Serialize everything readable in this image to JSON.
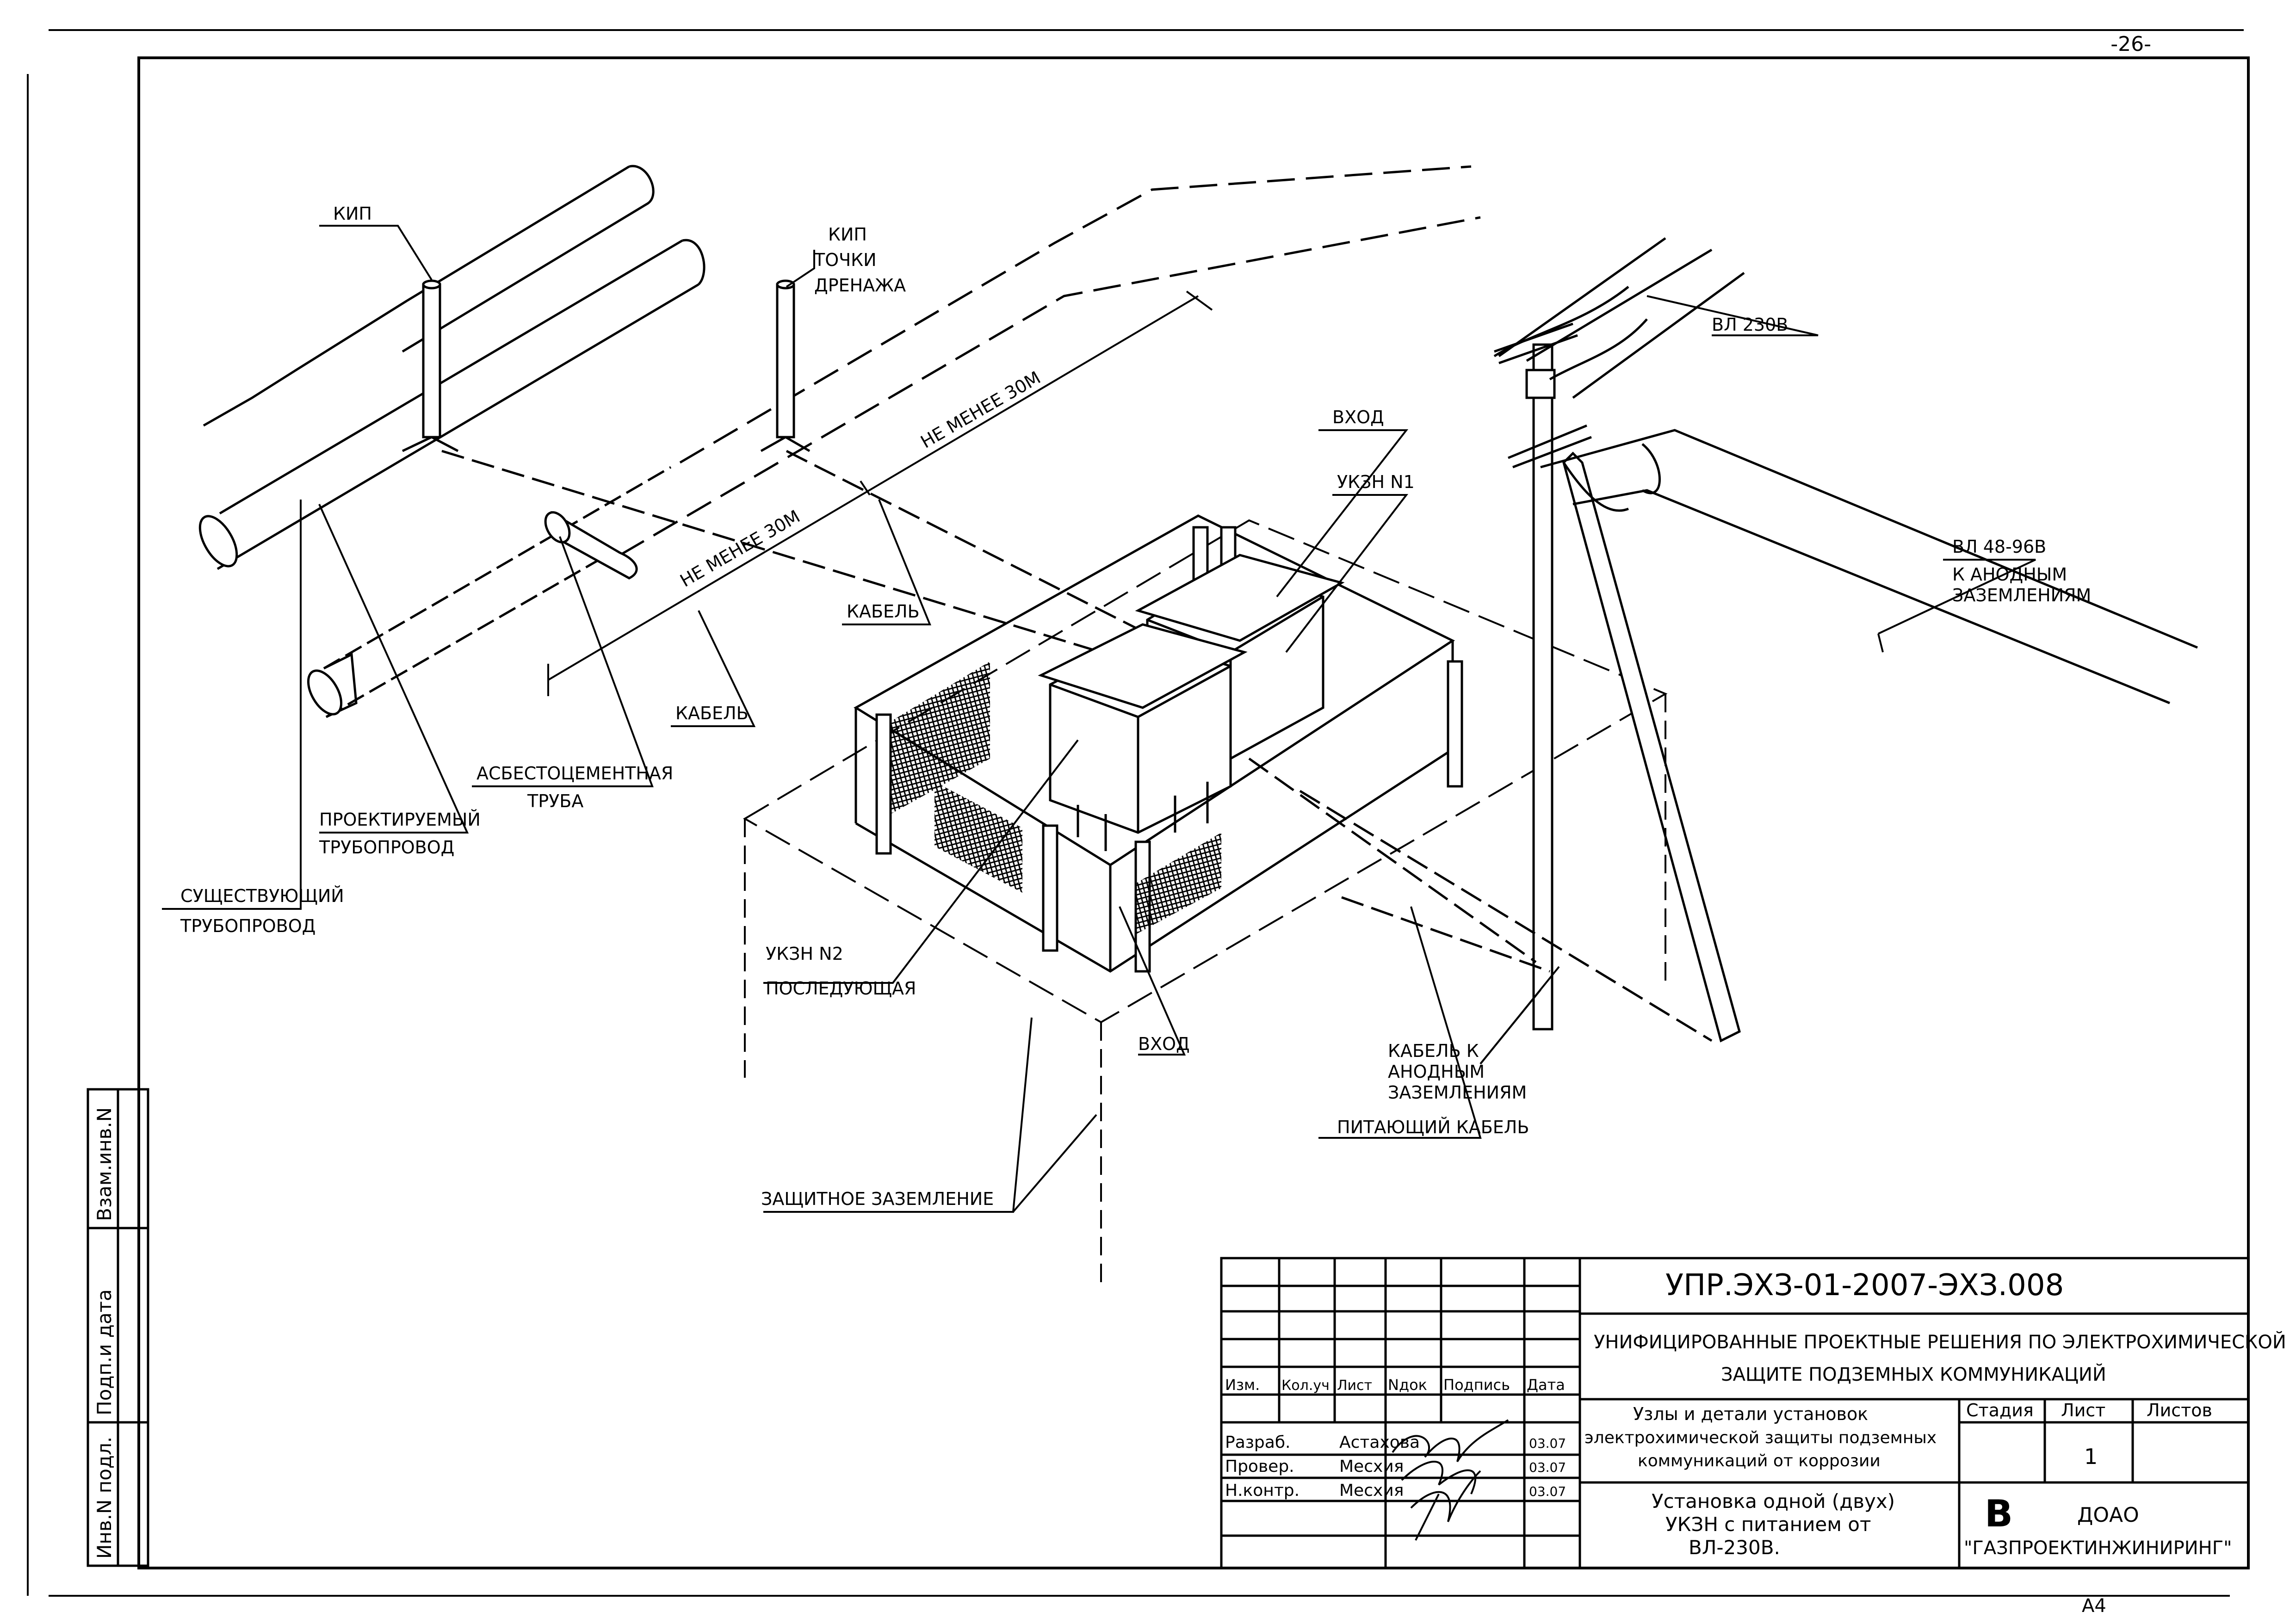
{
  "page_number": "-26-",
  "format": "A4",
  "labels": {
    "kip1": "КИП",
    "kip2": "КИП",
    "kip2_line2": "ТОЧКИ",
    "kip2_line3": "ДРЕНАЖА",
    "dist1": "НЕ МЕНЕЕ 30М",
    "dist2": "НЕ МЕНЕЕ 30М",
    "cable1": "КАБЕЛЬ",
    "cable2": "КАБЕЛЬ",
    "asbestos_1": "АСБЕСТОЦЕМЕНТНАЯ",
    "asbestos_2": "ТРУБА",
    "projected_1": "ПРОЕКТИРУЕМЫЙ",
    "projected_2": "ТРУБОПРОВОД",
    "existing_1": "СУЩЕСТВУЮЩИЙ",
    "existing_2": "ТРУБОПРОВОД",
    "ukzn1": "УКЗН N1",
    "entry1": "ВХОД",
    "entry2": "ВХОД",
    "ukzn2_1": "УКЗН N2",
    "ukzn2_2": "ПОСЛЕДУЮЩАЯ",
    "protective_ground": "ЗАЩИТНОЕ ЗАЗЕМЛЕНИЕ",
    "vl230": "ВЛ 230В",
    "vl48_1": "ВЛ 48-96В",
    "vl48_2": "К АНОДНЫМ",
    "vl48_3": "ЗАЗЕМЛЕНИЯМ",
    "cable_anode_1": "КАБЕЛЬ К",
    "cable_anode_2": "АНОДНЫМ",
    "cable_anode_3": "ЗАЗЕМЛЕНИЯМ",
    "supply_cable": "ПИТАЮЩИЙ КАБЕЛЬ"
  },
  "side_stamp": {
    "inv_podl": "Инв.N подл.",
    "podp_data": "Подп.и дата",
    "vzam_inv": "Взам.инв.N"
  },
  "title_block": {
    "doc_code": "УПР.ЭХЗ-01-2007-ЭХЗ.008",
    "subject_1": "УНИФИЦИРОВАННЫЕ ПРОЕКТНЫЕ РЕШЕНИЯ ПО ЭЛЕКТРОХИМИЧЕСКОЙ",
    "subject_2": "ЗАЩИТЕ ПОДЗЕМНЫХ КОММУНИКАЦИЙ",
    "headers": [
      "Изм.",
      "Кол.уч",
      "Лист",
      "Nдок",
      "Подпись",
      "Дата"
    ],
    "rows": [
      {
        "role": "Разраб.",
        "name": "Астахова",
        "date": "03.07"
      },
      {
        "role": "Провер.",
        "name": "Месхия",
        "date": "03.07"
      },
      {
        "role": "Н.контр.",
        "name": "Месхия",
        "date": "03.07"
      }
    ],
    "section_1": "Узлы и детали установок",
    "section_2": "электрохимической защиты подземных",
    "section_3": "коммуникаций от коррозии",
    "sheet_title_1": "Установка одной (двух)",
    "sheet_title_2": "УКЗН с питанием от",
    "sheet_title_3": "ВЛ-230В.",
    "stage_header": "Стадия",
    "sheet_header": "Лист",
    "sheets_header": "Листов",
    "sheet_value": "1",
    "org_1": "ДОАО",
    "org_2": "\"ГАЗПРОЕКТИНЖИНИРИНГ\"",
    "logo_letter": "В"
  }
}
